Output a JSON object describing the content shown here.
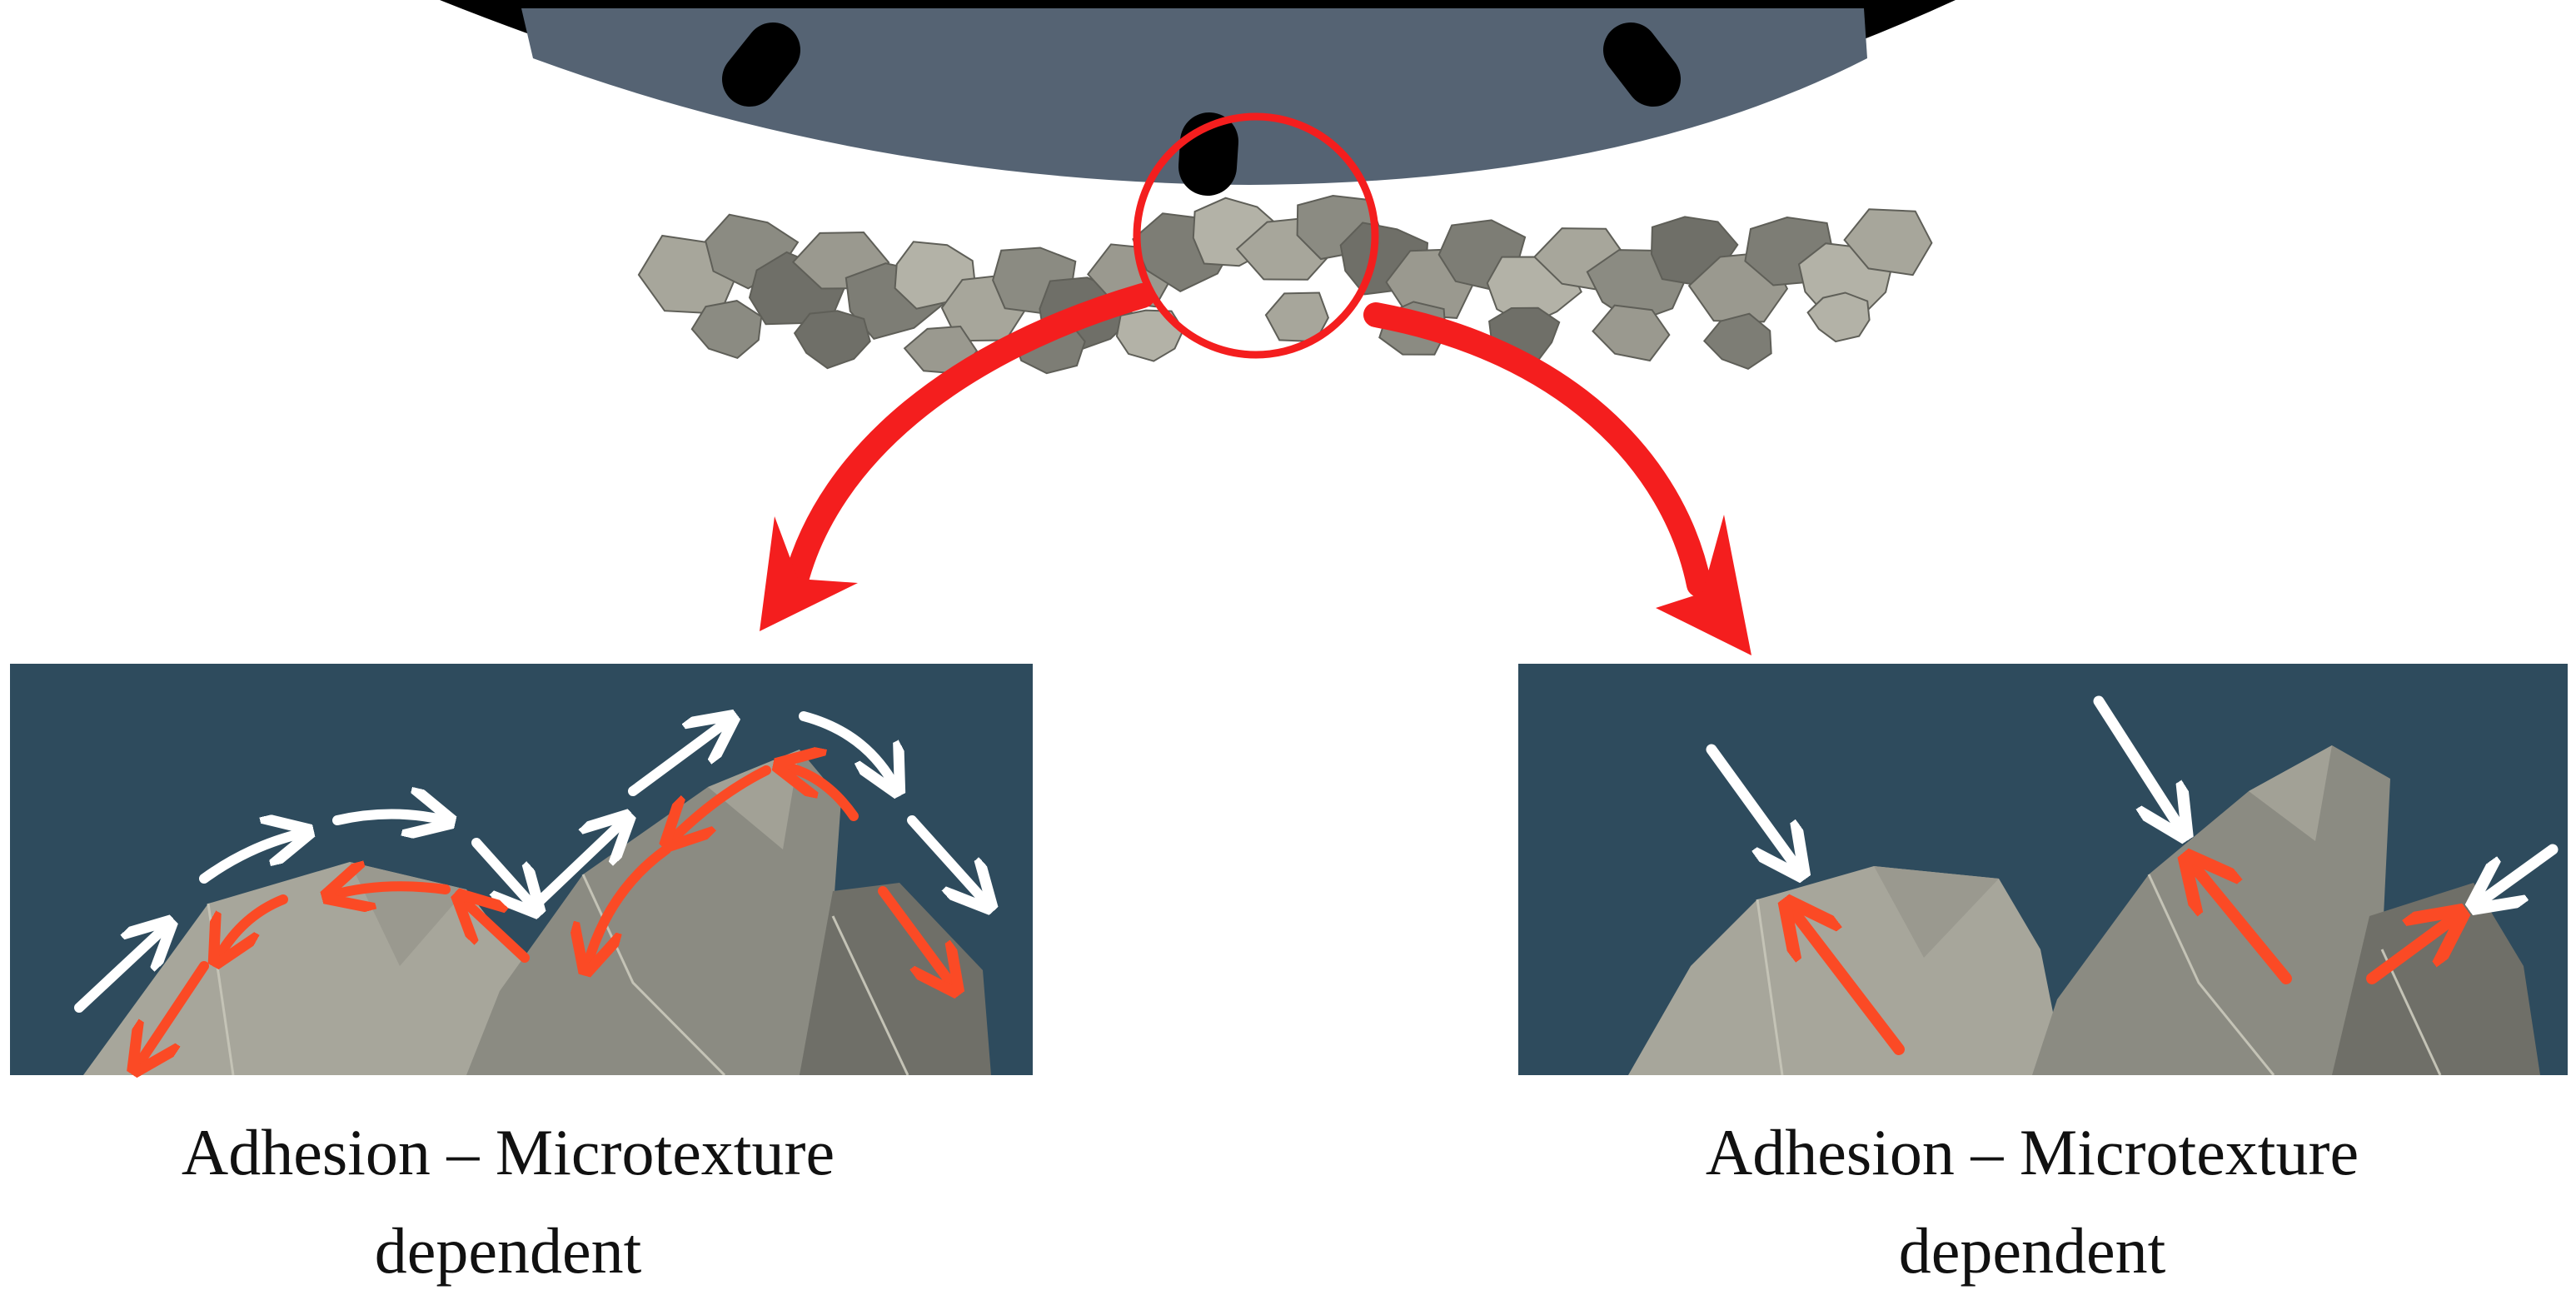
{
  "colors": {
    "tire_tread": "#000000",
    "tire_body": "#556373",
    "aggregate_light": "#a7a69b",
    "aggregate_mid": "#8b8b82",
    "aggregate_dark": "#6f6f68",
    "arrow_red": "#f41e1e",
    "panel_background": "#2e4b5d",
    "force_white": "#ffffff",
    "force_orange": "#fb4a25"
  },
  "icons": {
    "tire": "tire-icon",
    "zoom_circle": "zoom-circle-icon",
    "curved_arrow": "curved-arrow-icon"
  },
  "left_panel": {
    "caption_line1": "Adhesion – Microtexture",
    "caption_line2": "dependent"
  },
  "right_panel": {
    "caption_line1": "Adhesion – Microtexture",
    "caption_line2": "dependent"
  }
}
